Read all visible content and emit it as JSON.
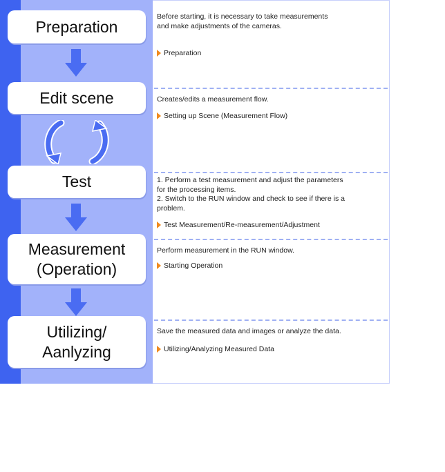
{
  "steps": [
    {
      "label": "Preparation",
      "description": "Before starting, it is necessary to take measurements\nand make adjustments of the cameras.",
      "link": "Preparation"
    },
    {
      "label": "Edit scene",
      "description": "Creates/edits a measurement flow.",
      "link": "Setting up Scene (Measurement Flow)"
    },
    {
      "label": "Test",
      "description": "1. Perform a test measurement and adjust the parameters\nfor the processing items.\n2. Switch to the RUN window and check to see if there is a\nproblem.",
      "link": "Test Measurement/Re-measurement/Adjustment"
    },
    {
      "label": "Measurement\n(Operation)",
      "description": "Perform measurement in the RUN window.",
      "link": "Starting Operation"
    },
    {
      "label": "Utilizing/\nAanlyzing",
      "description": "Save the measured data and images or analyze the data.",
      "link": "Utilizing/Analyzing Measured Data"
    }
  ],
  "colors": {
    "strip": "#3e63f0",
    "panel": "#a2b2fa",
    "arrow": "#4a6cf2",
    "link_marker": "#f08a1e",
    "separator": "#9fb0f3"
  }
}
